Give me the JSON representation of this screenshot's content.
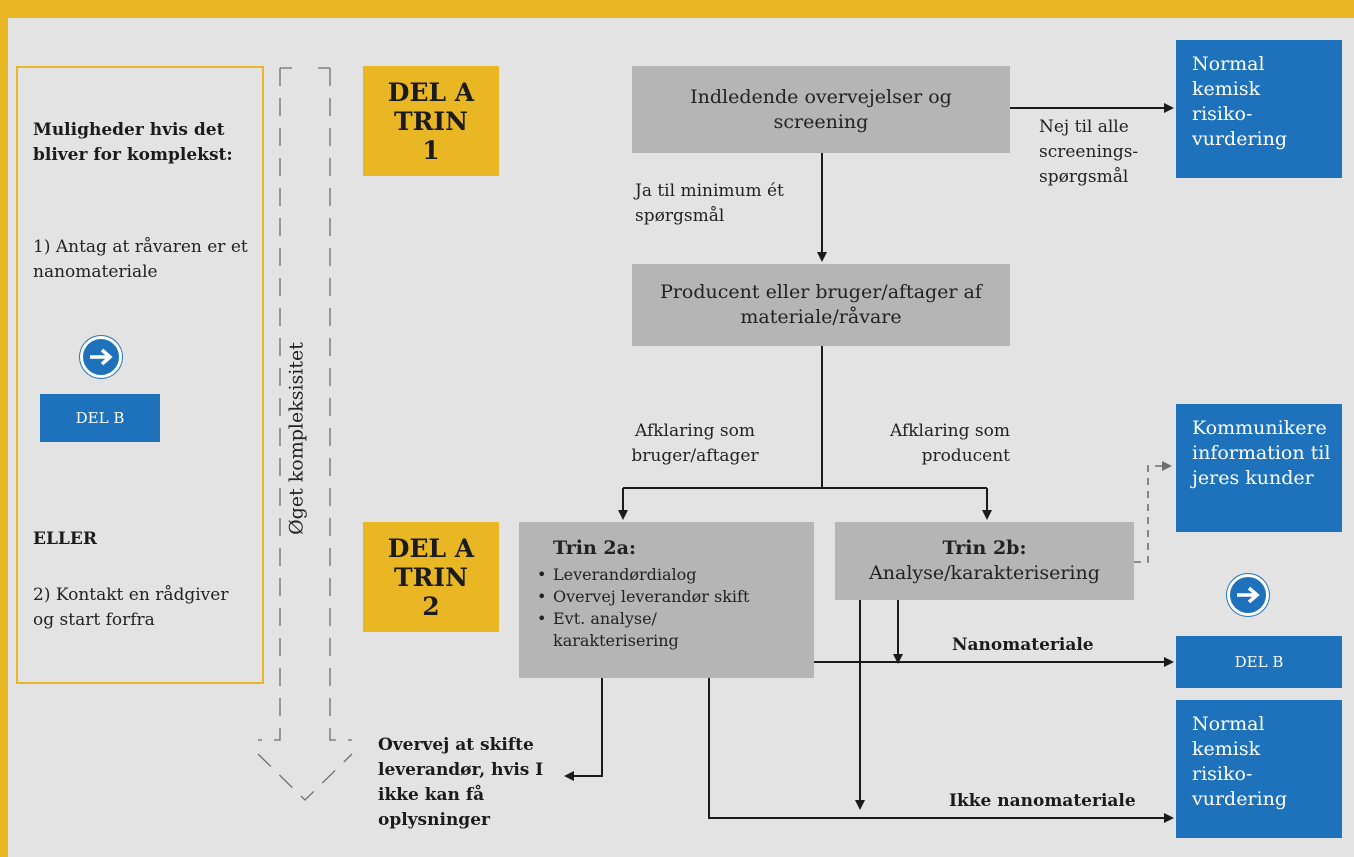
{
  "left_panel": {
    "heading": "Muligheder hvis det bliver for komplekst:",
    "option1": "1) Antag at råvaren er et nanomateriale",
    "del_b": "DEL B",
    "eller": "ELLER",
    "option2": "2) Kontakt en rådgiver og start forfra"
  },
  "complexity_label": "Øget kompleksisitet",
  "del_a_trin1": "DEL A TRIN 1",
  "del_a_trin2": "DEL A TRIN 2",
  "box_screening": "Indledende overvejelser og screening",
  "box_producent": "Producent eller bruger/aftager af materiale/råvare",
  "box_normal_top": "Normal kemisk risiko- vurdering",
  "box_normal_bottom": "Normal kemisk risiko- vurdering",
  "box_kommunikere": "Kommunikere information til jeres kunder",
  "box_del_b_right": "DEL B",
  "label_nej": "Nej til alle screenings- spørgsmål",
  "label_ja": "Ja til minimum ét spørgsmål",
  "label_afklaring_bruger": "Afklaring som bruger/aftager",
  "label_afklaring_producent": "Afklaring som producent",
  "trin2a": {
    "title": "Trin 2a:",
    "items": [
      "Leverandørdialog",
      "Overvej leverandør skift",
      "Evt. analyse/ karakterisering"
    ]
  },
  "trin2b": {
    "title": "Trin 2b:",
    "subtitle": "Analyse/karakterisering"
  },
  "label_nanomateriale": "Nanomateriale",
  "label_ikke_nano": "Ikke nanomateriale",
  "label_overvej": "Overvej at skifte leverandør, hvis I ikke kan få oplysninger",
  "colors": {
    "yellow": "#e8b723",
    "blue": "#1e72bb",
    "gray_box": "#b5b5b5",
    "background": "#e3e3e3"
  },
  "icons": [
    "arrow-right-circle-icon",
    "arrow-right-circle-icon"
  ]
}
